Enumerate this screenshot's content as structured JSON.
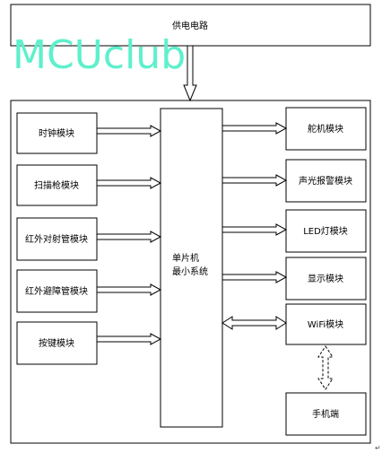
{
  "power_supply": {
    "label": "供电电路"
  },
  "watermark": {
    "text": "MCUclub",
    "color": "#5ef0cc"
  },
  "mcu": {
    "line1": "单片机",
    "line2": "最小系统"
  },
  "inputs": [
    {
      "label": "时钟模块"
    },
    {
      "label": "扫描枪模块"
    },
    {
      "label": "红外对射管模块"
    },
    {
      "label": "红外避障管模块"
    },
    {
      "label": "按键模块"
    }
  ],
  "outputs": [
    {
      "label": "舵机模块"
    },
    {
      "label": "声光报警模块"
    },
    {
      "label": "LED灯模块"
    },
    {
      "label": "显示模块"
    },
    {
      "label": "WiFi模块"
    }
  ],
  "phone": {
    "label": "手机端"
  },
  "corner_mark": "↵",
  "colors": {
    "stroke": "#000000",
    "background": "#ffffff"
  }
}
